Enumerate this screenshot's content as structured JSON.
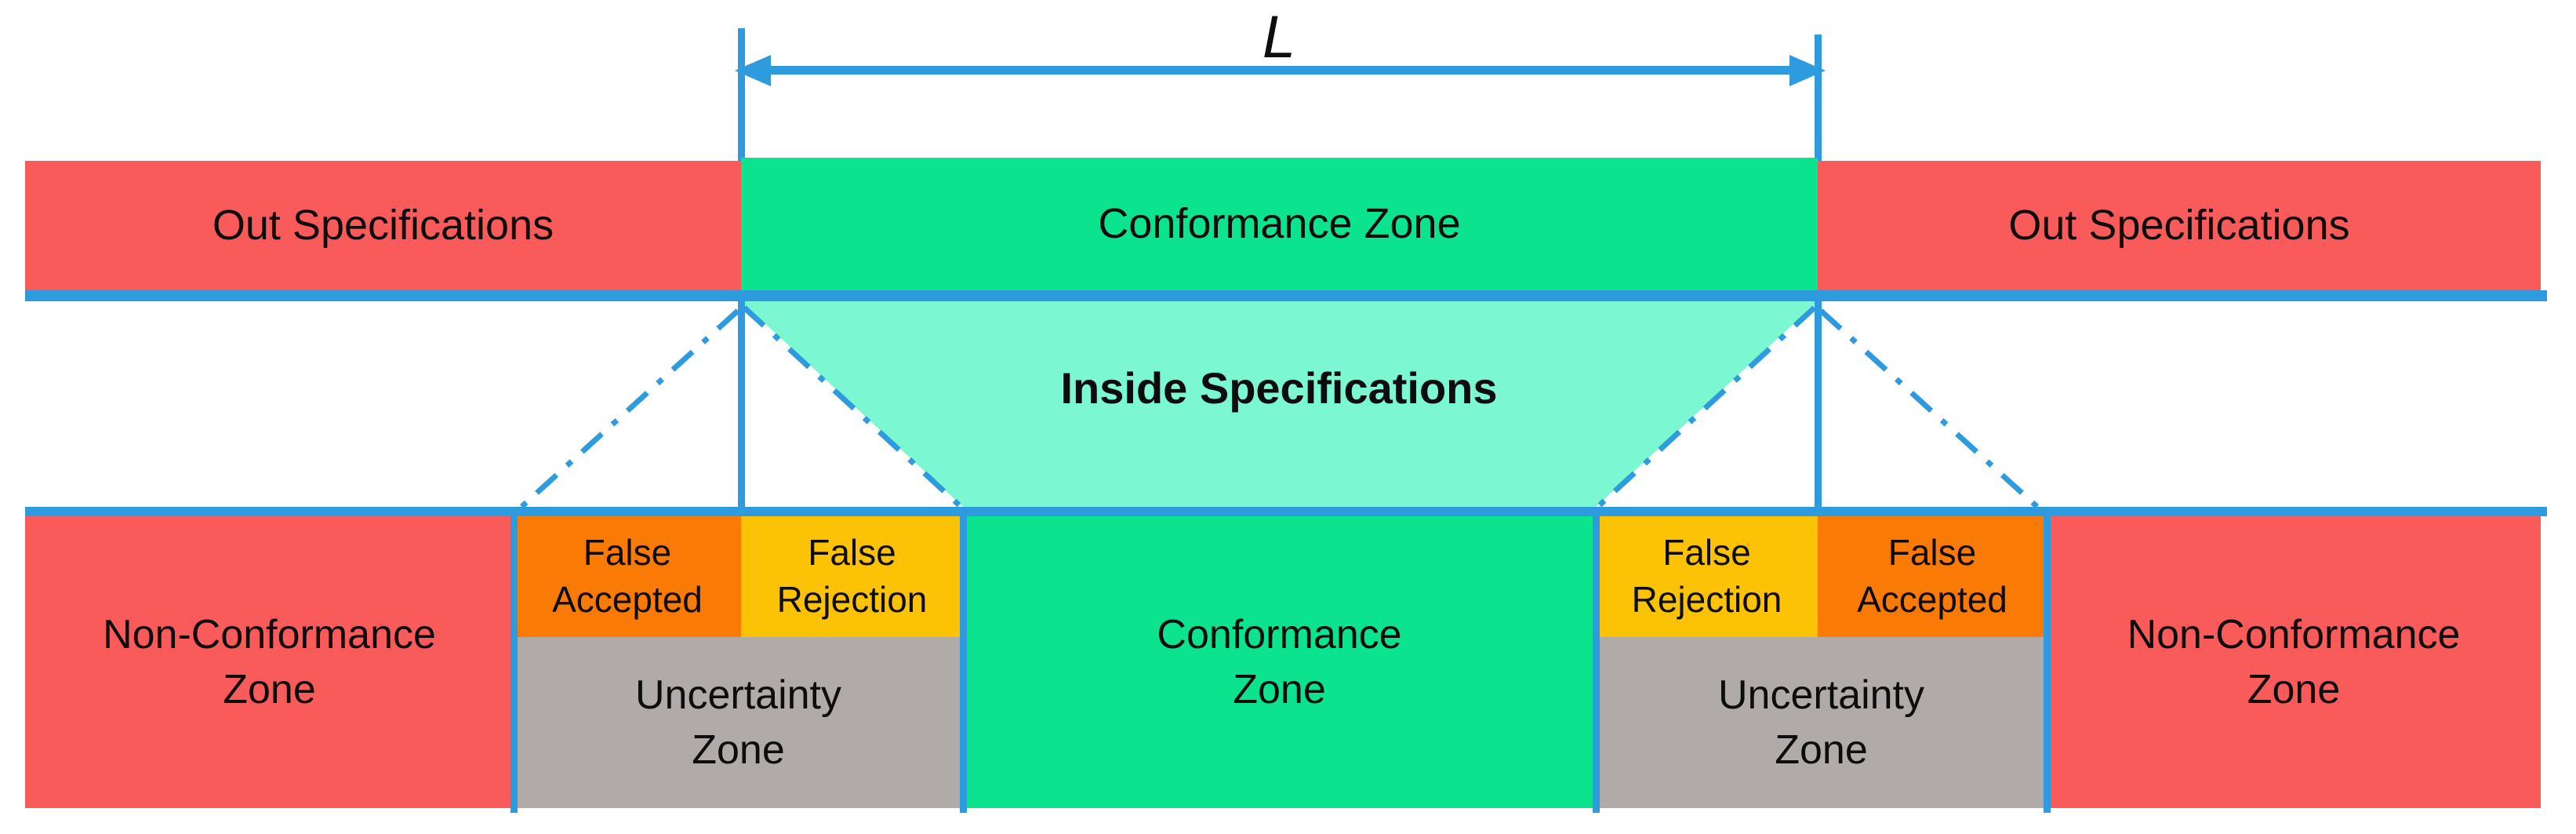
{
  "diagram": {
    "dimension_label": "L",
    "top_row": {
      "out_left": "Out Specifications",
      "conformance": "Conformance Zone",
      "out_right": "Out Specifications"
    },
    "inside_label": "Inside Specifications",
    "bottom_row": {
      "non_conformance_left": [
        "Non-Conformance",
        "Zone"
      ],
      "false_accepted_left": [
        "False",
        "Accepted"
      ],
      "false_rejection_left": [
        "False",
        "Rejection"
      ],
      "uncertainty_left": [
        "Uncertainty",
        "Zone"
      ],
      "conformance": [
        "Conformance",
        "Zone"
      ],
      "false_rejection_right": [
        "False",
        "Rejection"
      ],
      "false_accepted_right": [
        "False",
        "Accepted"
      ],
      "uncertainty_right": [
        "Uncertainty",
        "Zone"
      ],
      "non_conformance_right": [
        "Non-Conformance",
        "Zone"
      ]
    }
  },
  "colors": {
    "red": "#F95B5B",
    "green": "#0BE38E",
    "light_green": "#7BF8D1",
    "orange": "#F97B06",
    "yellow": "#FCC306",
    "gray": "#B0AAA8",
    "blue": "#2E9BDF",
    "text": "#0D0D0D"
  }
}
